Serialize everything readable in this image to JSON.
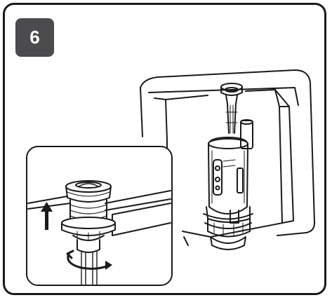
{
  "step": {
    "number": "6"
  },
  "colors": {
    "badge": "#4b4b4d",
    "stroke": "#1a1a1a",
    "background": "#ffffff"
  },
  "illustration": {
    "cistern": "cistern-cutaway",
    "valve": "flush-valve-assembly",
    "inset": "push-button-detail-inset",
    "arrows": [
      "up-arrow-icon",
      "rotate-arrow-icon"
    ]
  }
}
